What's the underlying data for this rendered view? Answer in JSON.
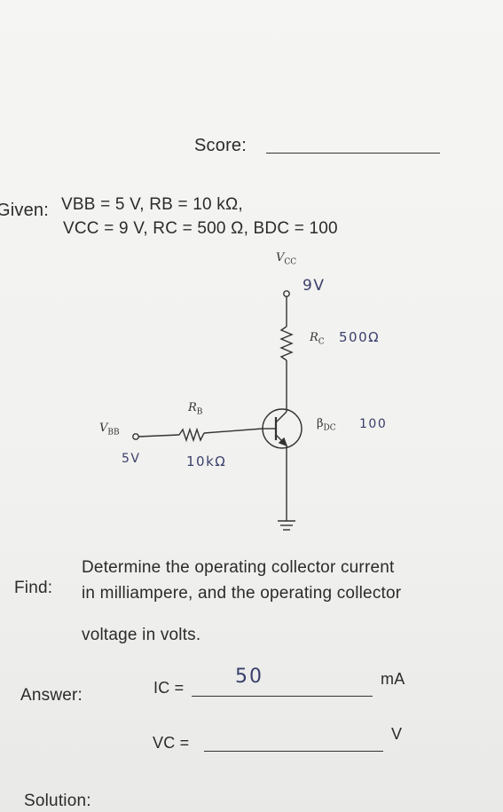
{
  "score": {
    "label": "Score:"
  },
  "given": {
    "label": "Given:",
    "line1": "VBB = 5 V, RB = 10 kΩ,",
    "line2": "VCC = 9 V, RC = 500 Ω, BDC = 100"
  },
  "circuit": {
    "vcc_label": "V",
    "vcc_sub": "CC",
    "vcc_value": "9V",
    "rc_label": "R",
    "rc_sub": "C",
    "rc_value": "500Ω",
    "rb_label": "R",
    "rb_sub": "B",
    "rb_value": "10kΩ",
    "vbb_label": "V",
    "vbb_sub": "BB",
    "vbb_value": "5V",
    "beta_label": "β",
    "beta_sub": "DC",
    "beta_value": "100"
  },
  "find": {
    "label": "Find:",
    "line1": "Determine the operating collector current",
    "line2": "in milliampere, and the operating collector",
    "line3": "voltage in volts."
  },
  "answer": {
    "label": "Answer:",
    "ic_label": "IC =",
    "ic_value": "50",
    "ic_unit": "mA",
    "vc_label": "VC =",
    "vc_value": "",
    "vc_unit": "V"
  },
  "solution": {
    "label": "Solution:"
  }
}
